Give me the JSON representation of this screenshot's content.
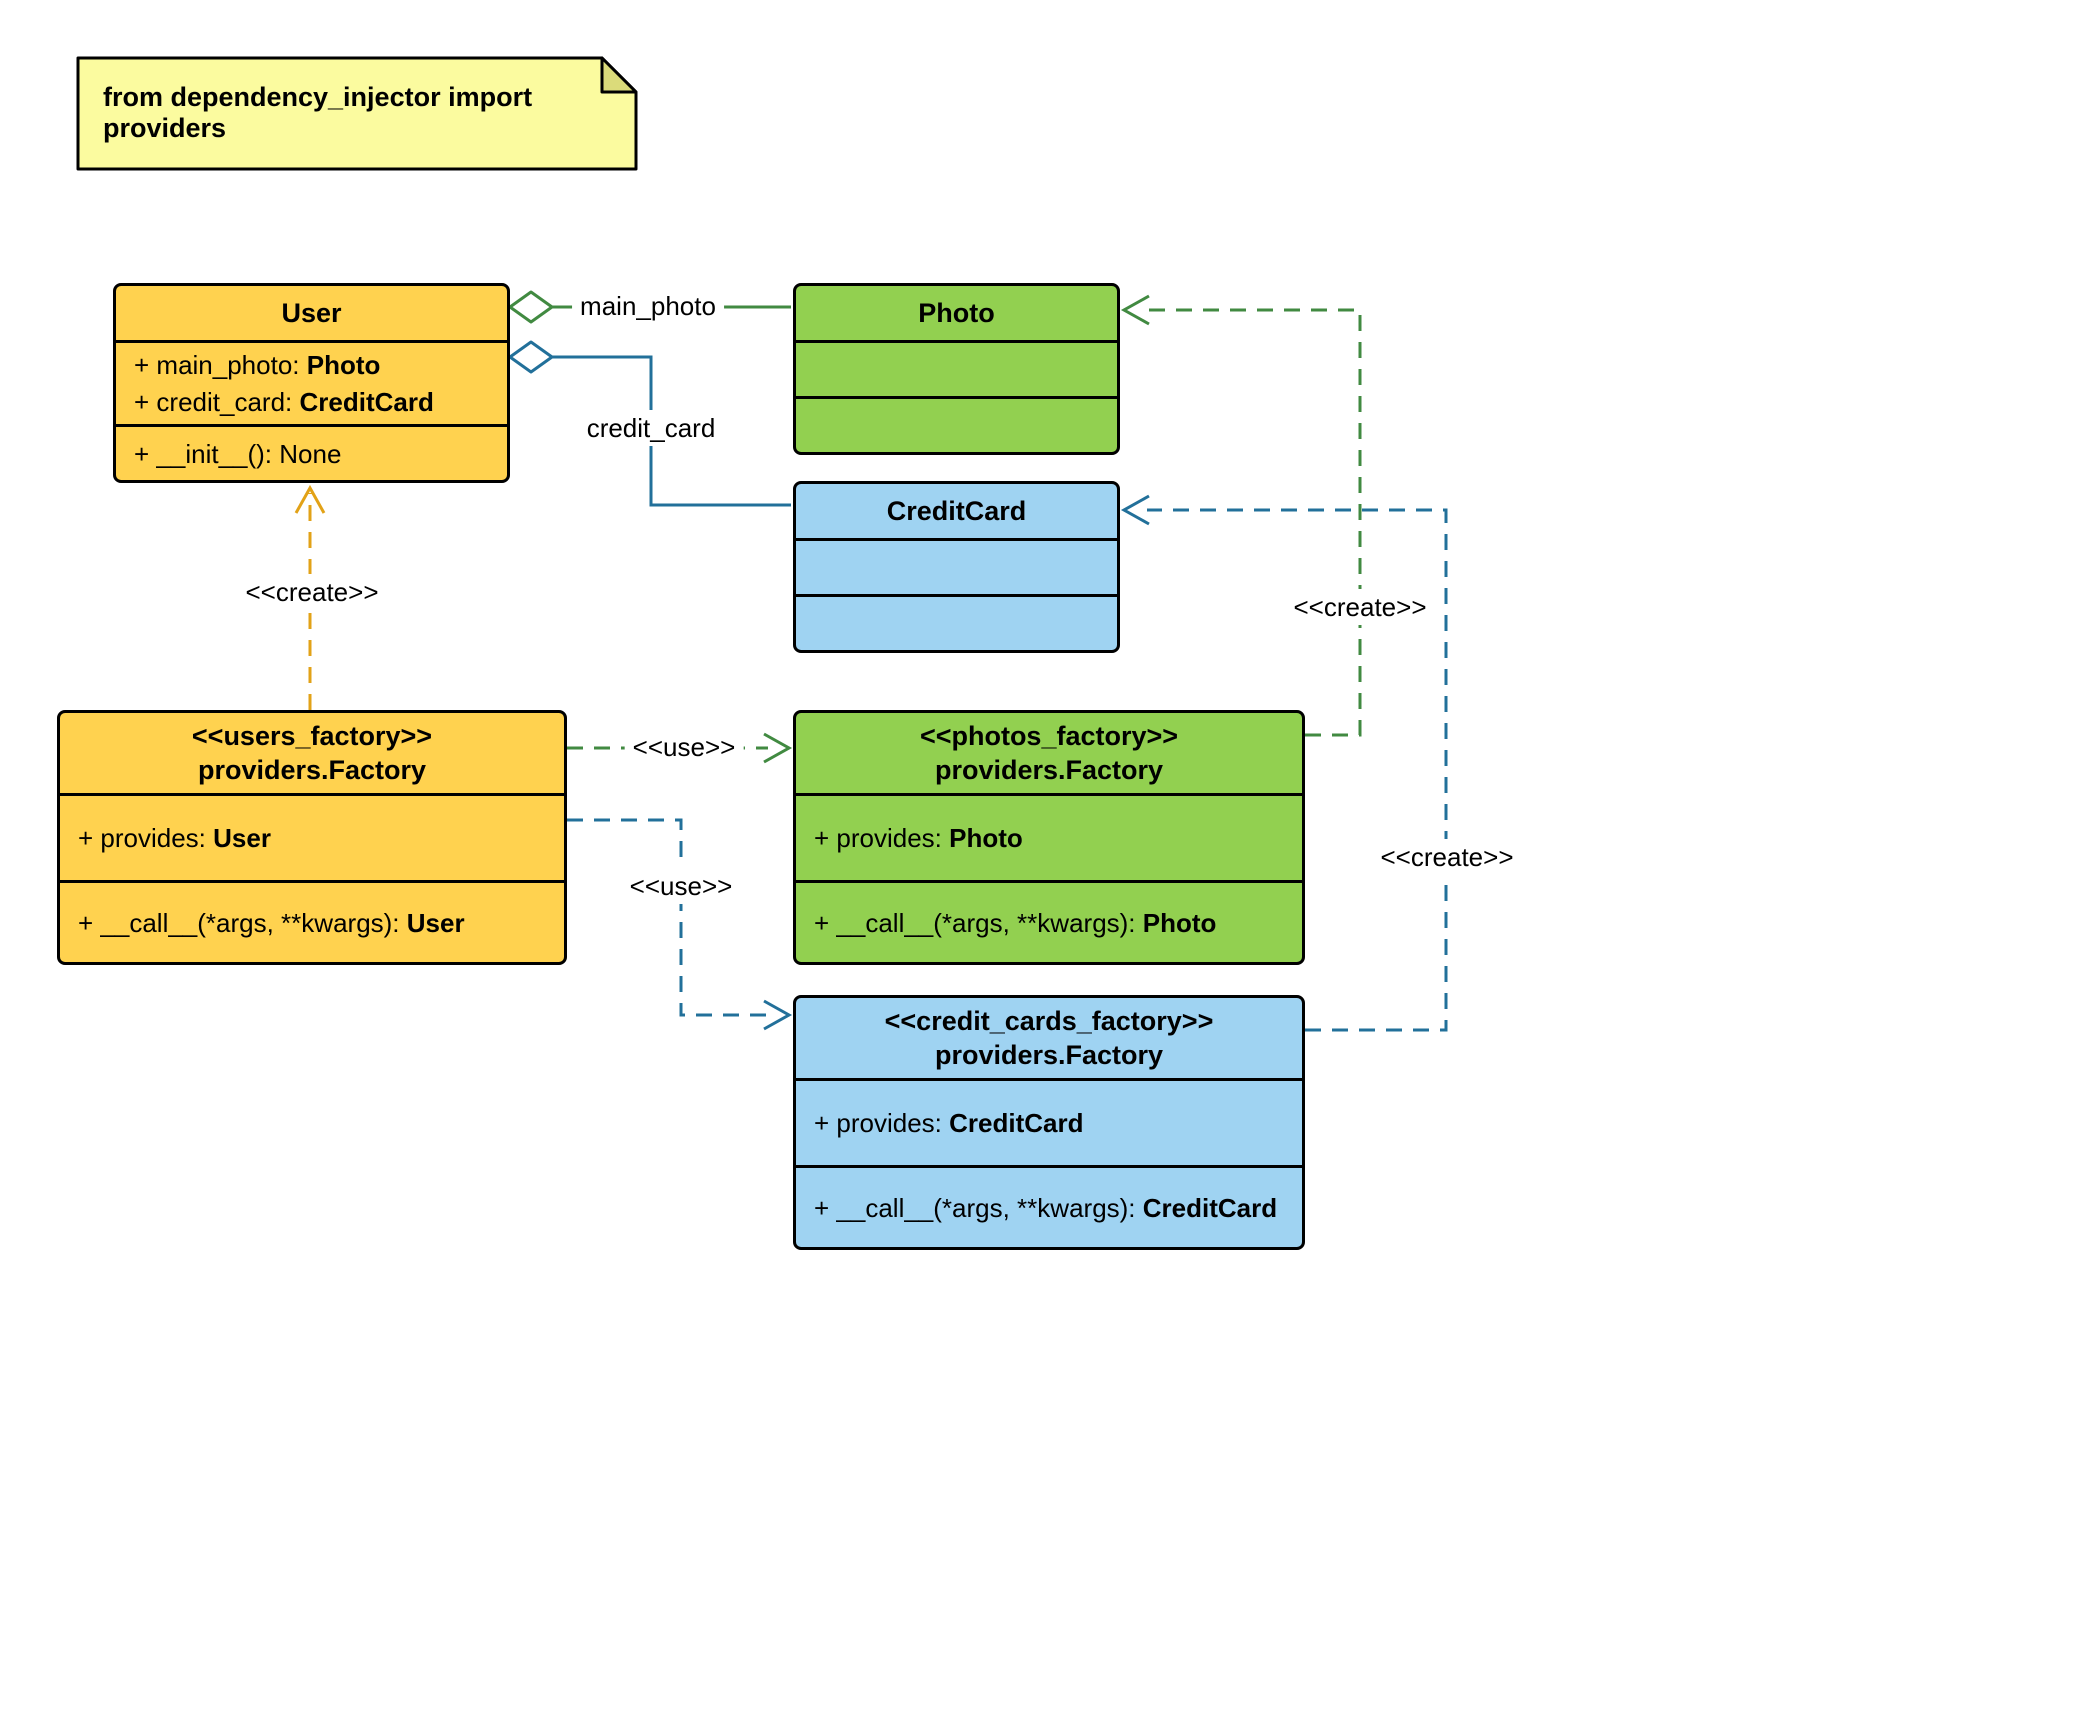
{
  "note": {
    "text": "from dependency_injector import providers"
  },
  "classes": {
    "user": {
      "title": "User",
      "attributes": [
        {
          "label": "+ main_photo: ",
          "type": "Photo"
        },
        {
          "label": "+ credit_card: ",
          "type": "CreditCard"
        }
      ],
      "methods": [
        {
          "label": "+ __init__(): None"
        }
      ]
    },
    "photo": {
      "title": "Photo"
    },
    "creditcard": {
      "title": "CreditCard"
    },
    "users_factory": {
      "stereotype": "<<users_factory>>",
      "name": "providers.Factory",
      "provides": {
        "label": "+ provides: ",
        "type": "User"
      },
      "call": {
        "label": "+ __call__(*args, **kwargs): ",
        "type": "User"
      }
    },
    "photos_factory": {
      "stereotype": "<<photos_factory>>",
      "name": "providers.Factory",
      "provides": {
        "label": "+ provides: ",
        "type": "Photo"
      },
      "call": {
        "label": "+ __call__(*args, **kwargs): ",
        "type": "Photo"
      }
    },
    "credit_cards_factory": {
      "stereotype": "<<credit_cards_factory>>",
      "name": "providers.Factory",
      "provides": {
        "label": "+ provides: ",
        "type": "CreditCard"
      },
      "call": {
        "label": "+ __call__(*args, **kwargs): ",
        "type": "CreditCard"
      }
    }
  },
  "edges": {
    "main_photo": {
      "label": "main_photo"
    },
    "credit_card": {
      "label": "credit_card"
    },
    "create": {
      "label": "<<create>>"
    },
    "use": {
      "label": "<<use>>"
    }
  },
  "colors": {
    "class_yellow": "#FFD24F",
    "class_green": "#92D050",
    "class_blue": "#9FD3F2",
    "note_yellow": "#FBFB9F",
    "note_fold": "#DBDB7A",
    "edge_green": "#418A41",
    "edge_teal": "#22709A",
    "edge_orange": "#E2A217",
    "border": "#000000"
  }
}
